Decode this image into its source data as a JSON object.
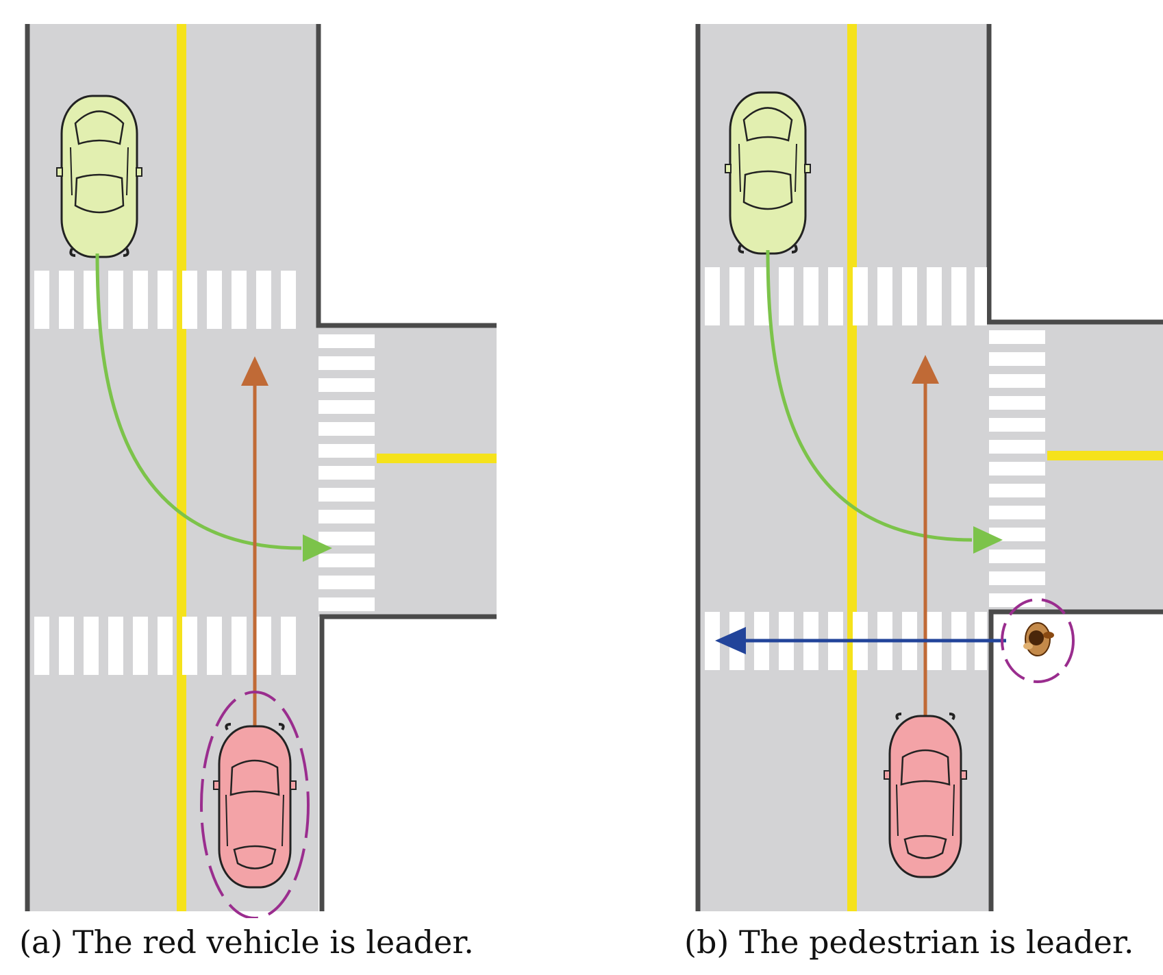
{
  "colors": {
    "road": "#d3d3d5",
    "curb": "#4a4a4a",
    "center_line": "#f5e21b",
    "crosswalk": "#ffffff",
    "car_green_fill": "#e2efb0",
    "car_red_fill": "#f3a3a7",
    "green_path": "#7cc34a",
    "orange_path": "#c06a36",
    "blue_path": "#22449a",
    "leader_highlight": "#9a2d8e",
    "pedestrian": "#8a4a12"
  },
  "panels": [
    {
      "id": "a",
      "caption": "(a) The red vehicle is leader.",
      "leader": "red-vehicle"
    },
    {
      "id": "b",
      "caption": "(b) The pedestrian is leader.",
      "leader": "pedestrian"
    }
  ]
}
